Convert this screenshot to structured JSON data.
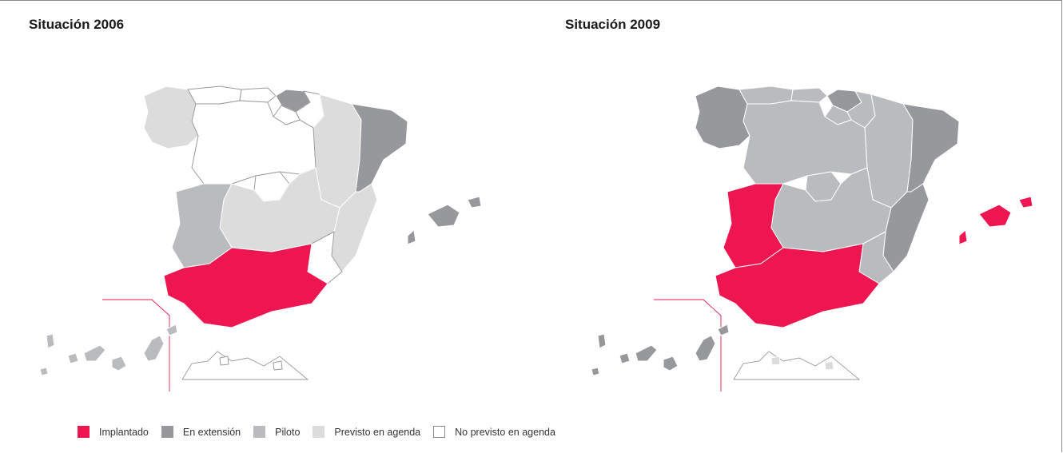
{
  "titles": {
    "left": "Situación 2006",
    "right": "Situación 2009"
  },
  "colors": {
    "implantado": "#ee1650",
    "extension": "#97989c",
    "piloto": "#babbbf",
    "previsto": "#dcdcdd",
    "no_previsto": "#ffffff",
    "border": "#9a9a9a",
    "inset_line": "#ee1650"
  },
  "legend": [
    {
      "label": "Implantado",
      "status": "implantado"
    },
    {
      "label": "En extensión",
      "status": "extension"
    },
    {
      "label": "Piloto",
      "status": "piloto"
    },
    {
      "label": "Previsto en agenda",
      "status": "previsto"
    },
    {
      "label": "No previsto en agenda",
      "status": "no_previsto"
    }
  ],
  "maps": {
    "situacion_2006": {
      "galicia": "previsto",
      "asturias": "no_previsto",
      "cantabria": "no_previsto",
      "pais_vasco": "extension",
      "navarra": "no_previsto",
      "la_rioja": "no_previsto",
      "aragon": "previsto",
      "cataluna": "extension",
      "castilla_leon": "no_previsto",
      "madrid": "no_previsto",
      "castilla_la_mancha": "previsto",
      "comunidad_valenciana": "previsto",
      "extremadura": "piloto",
      "andalucia": "implantado",
      "murcia": "no_previsto",
      "baleares": "extension",
      "canarias": "piloto",
      "ceuta": "no_previsto",
      "melilla": "no_previsto"
    },
    "situacion_2009": {
      "galicia": "extension",
      "asturias": "piloto",
      "cantabria": "piloto",
      "pais_vasco": "extension",
      "navarra": "piloto",
      "la_rioja": "piloto",
      "aragon": "piloto",
      "cataluna": "extension",
      "castilla_leon": "piloto",
      "madrid": "piloto",
      "castilla_la_mancha": "piloto",
      "comunidad_valenciana": "extension",
      "extremadura": "implantado",
      "andalucia": "implantado",
      "murcia": "piloto",
      "baleares": "implantado",
      "canarias": "extension",
      "ceuta": "previsto",
      "melilla": "previsto"
    }
  }
}
